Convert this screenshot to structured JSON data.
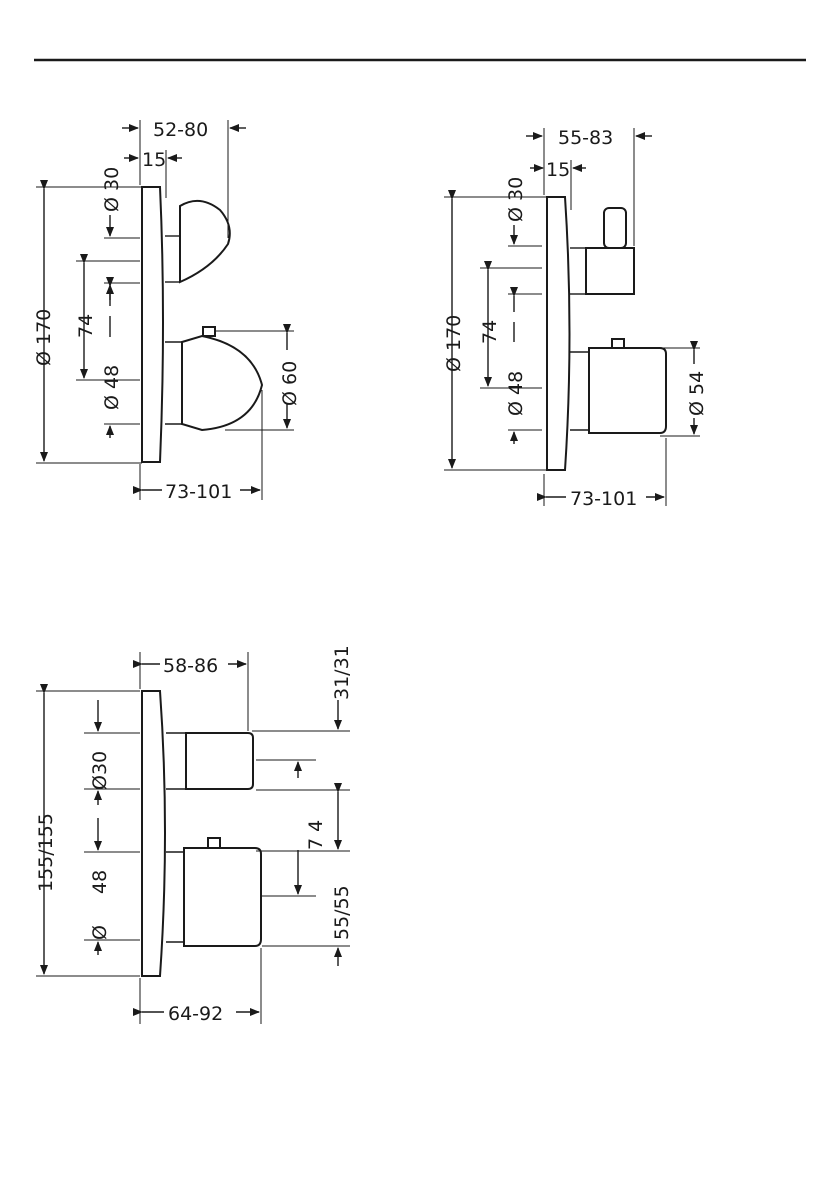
{
  "colors": {
    "line": "#1a1a1a",
    "background": "#ffffff"
  },
  "figure_1": {
    "dims": {
      "top_depth": "52-80",
      "plate": "15",
      "dia_small": "Ø 30",
      "dia_plate": "Ø 170",
      "spacing": "74",
      "dia_body": "Ø 48",
      "dia_knob": "Ø 60",
      "total_depth": "73-101"
    }
  },
  "figure_2": {
    "dims": {
      "top_depth": "55-83",
      "plate": "15",
      "dia_small": "Ø 30",
      "dia_plate": "Ø 170",
      "spacing": "74",
      "dia_body": "Ø 48",
      "dia_knob": "Ø 54",
      "total_depth": "73-101"
    }
  },
  "figure_3": {
    "dims": {
      "top_depth": "58-86",
      "top_height": "31/31",
      "dia_small": "Ø30",
      "plate_height": "155/155",
      "dia_body_value": "48",
      "dia_symbol": "Ø",
      "spacing": "74",
      "bottom_height": "55/55",
      "total_depth": "64-92"
    }
  }
}
